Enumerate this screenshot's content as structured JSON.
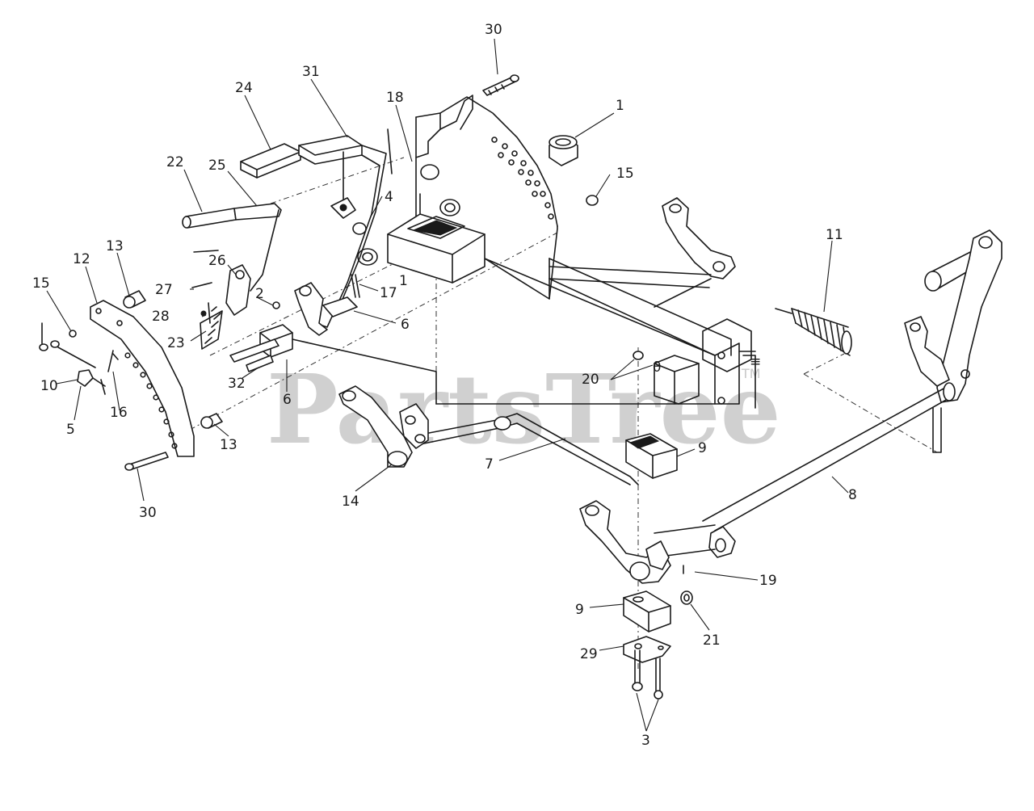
{
  "watermark": {
    "text": "PartsTree",
    "trademark": "TM",
    "color": "#c8c8c8"
  },
  "callouts": [
    {
      "id": "c30a",
      "label": "30"
    },
    {
      "id": "c31",
      "label": "31"
    },
    {
      "id": "c24",
      "label": "24"
    },
    {
      "id": "c18",
      "label": "18"
    },
    {
      "id": "c1a",
      "label": "1"
    },
    {
      "id": "c15a",
      "label": "15"
    },
    {
      "id": "c22",
      "label": "22"
    },
    {
      "id": "c25",
      "label": "25"
    },
    {
      "id": "c4",
      "label": "4"
    },
    {
      "id": "c11",
      "label": "11"
    },
    {
      "id": "c13a",
      "label": "13"
    },
    {
      "id": "c12",
      "label": "12"
    },
    {
      "id": "c26",
      "label": "26"
    },
    {
      "id": "c15b",
      "label": "15"
    },
    {
      "id": "c27",
      "label": "27"
    },
    {
      "id": "c2",
      "label": "2"
    },
    {
      "id": "c17",
      "label": "17"
    },
    {
      "id": "c1b",
      "label": "1"
    },
    {
      "id": "c28",
      "label": "28"
    },
    {
      "id": "c6a",
      "label": "6"
    },
    {
      "id": "c23",
      "label": "23"
    },
    {
      "id": "c10",
      "label": "10"
    },
    {
      "id": "c20",
      "label": "20"
    },
    {
      "id": "c16",
      "label": "16"
    },
    {
      "id": "c32",
      "label": "32"
    },
    {
      "id": "c6b",
      "label": "6"
    },
    {
      "id": "c5",
      "label": "5"
    },
    {
      "id": "c13b",
      "label": "13"
    },
    {
      "id": "c9a",
      "label": "9"
    },
    {
      "id": "c7",
      "label": "7"
    },
    {
      "id": "c8",
      "label": "8"
    },
    {
      "id": "c30b",
      "label": "30"
    },
    {
      "id": "c14",
      "label": "14"
    },
    {
      "id": "c19",
      "label": "19"
    },
    {
      "id": "c9b",
      "label": "9"
    },
    {
      "id": "c21",
      "label": "21"
    },
    {
      "id": "c29",
      "label": "29"
    },
    {
      "id": "c3",
      "label": "3"
    }
  ]
}
